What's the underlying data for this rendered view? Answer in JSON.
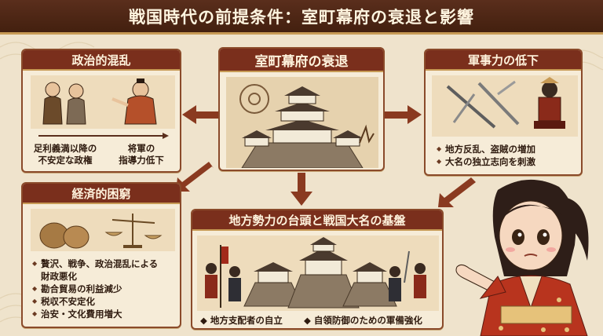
{
  "title": "戦国時代の前提条件：室町幕府の衰退と影響",
  "center": {
    "heading": "室町幕府の衰退"
  },
  "political": {
    "heading": "政治的混乱",
    "caption_left": [
      "足利義満以降の",
      "不安定な政権"
    ],
    "caption_right": [
      "将軍の",
      "指導力低下"
    ]
  },
  "military": {
    "heading": "軍事力の低下",
    "bullets": [
      "地方反乱、盗賊の増加",
      "大名の独立志向を刺激"
    ]
  },
  "economic": {
    "heading": "経済的困窮",
    "bullets": [
      "贅沢、戦争、政治混乱による",
      "財政悪化",
      "勘合貿易の利益減少",
      "税収不安定化",
      "治安・文化費用増大"
    ]
  },
  "regional": {
    "heading": "地方勢力の台頭と戦国大名の基盤",
    "footer": [
      "地方支配者の自立",
      "自領防御のための軍備強化"
    ]
  },
  "colors": {
    "header": "#7a2f1c",
    "arrow": "#8a3a20",
    "panel": "#f6ecd8",
    "title_bg": "#4f2615"
  }
}
